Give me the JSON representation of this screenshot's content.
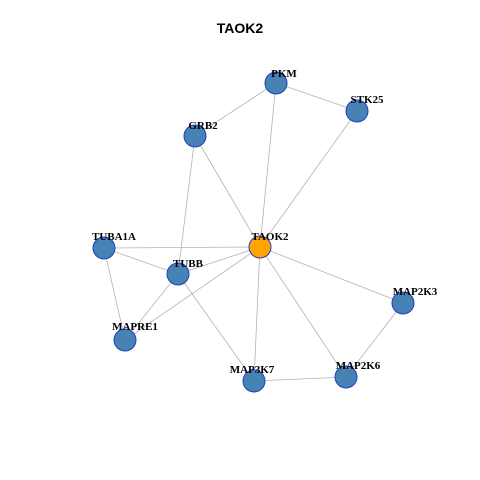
{
  "title": "TAOK2",
  "colors": {
    "center": "#FFA500",
    "node": "#4682B4",
    "edge": "#B3B3B3",
    "node_border": "#1F3FBF"
  },
  "nodes": [
    {
      "id": "PKM",
      "label": "PKM",
      "role": "node"
    },
    {
      "id": "STK25",
      "label": "STK25",
      "role": "node"
    },
    {
      "id": "GRB2",
      "label": "GRB2",
      "role": "node"
    },
    {
      "id": "TUBA1A",
      "label": "TUBA1A",
      "role": "node"
    },
    {
      "id": "TAOK2",
      "label": "TAOK2",
      "role": "center"
    },
    {
      "id": "TUBB",
      "label": "TUBB",
      "role": "node"
    },
    {
      "id": "MAP2K3",
      "label": "MAP2K3",
      "role": "node"
    },
    {
      "id": "MAPRE1",
      "label": "MAPRE1",
      "role": "node"
    },
    {
      "id": "MAP2K6",
      "label": "MAP2K6",
      "role": "node"
    },
    {
      "id": "MAP3K7",
      "label": "MAP3K7",
      "role": "node"
    }
  ],
  "edges": [
    [
      "PKM",
      "STK25"
    ],
    [
      "PKM",
      "GRB2"
    ],
    [
      "PKM",
      "TAOK2"
    ],
    [
      "STK25",
      "TAOK2"
    ],
    [
      "GRB2",
      "TAOK2"
    ],
    [
      "GRB2",
      "TUBB"
    ],
    [
      "TUBA1A",
      "TAOK2"
    ],
    [
      "TUBA1A",
      "TUBB"
    ],
    [
      "TUBA1A",
      "MAPRE1"
    ],
    [
      "TUBB",
      "TAOK2"
    ],
    [
      "TUBB",
      "MAPRE1"
    ],
    [
      "TUBB",
      "MAP3K7"
    ],
    [
      "MAPRE1",
      "TAOK2"
    ],
    [
      "TAOK2",
      "MAP2K3"
    ],
    [
      "TAOK2",
      "MAP2K6"
    ],
    [
      "TAOK2",
      "MAP3K7"
    ],
    [
      "MAP2K3",
      "MAP2K6"
    ],
    [
      "MAP2K6",
      "MAP3K7"
    ]
  ]
}
